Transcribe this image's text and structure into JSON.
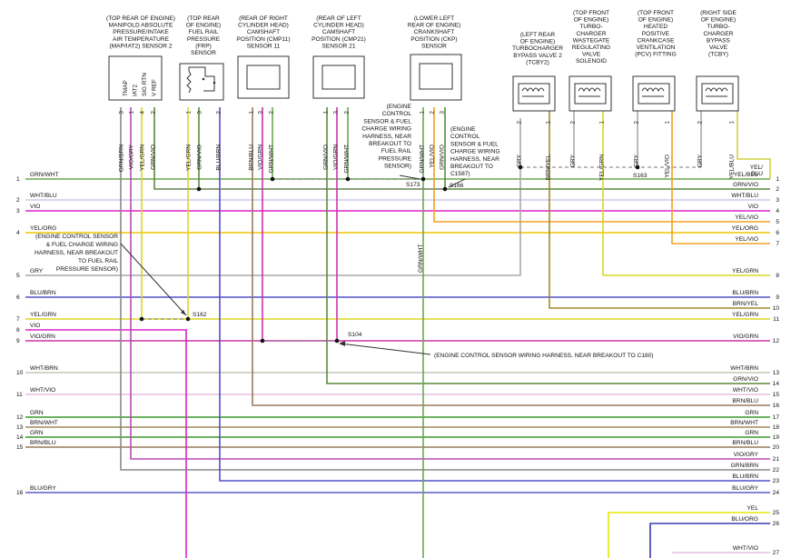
{
  "colors": {
    "GRN": "#3a9a2a",
    "GRN/WHT": "#6aa84f",
    "WHT/BLU": "#c9c9ee",
    "VIO": "#dd22cc",
    "YEL/ORG": "#f0c300",
    "GRY": "#a9a9a9",
    "BLU/BRN": "#5050c8",
    "YEL/GRN": "#d8d820",
    "VIO/GRN": "#cc33aa",
    "WHT/BRN": "#c8c4b8",
    "WHT/VIO": "#e6bde6",
    "BRN/WHT": "#a08a5a",
    "BRN/BLU": "#9a7a5a",
    "BLU/GRY": "#5a5acc",
    "GRN/VIO": "#5a8a3a",
    "YEL/VIO": "#f0a020",
    "YEL/BLU": "#d0d040",
    "BRN/YEL": "#a08a2a",
    "VIO/GRY": "#b84ab8",
    "BLU/ORG": "#3a3aaa",
    "YEL": "#e8e800",
    "BLU": "#4040dd"
  },
  "components": [
    {
      "id": "map",
      "caption": [
        "(TOP REAR OF ENGINE)",
        "MANIFOLD ABSOLUTE",
        "PRESSURE/INTAKE",
        "AIR TEMPERATURE",
        "(MAP/IAT2) SENSOR 2"
      ],
      "inside": [
        "TMAP",
        "IAT2",
        "SIG RTN",
        "V REF"
      ],
      "pins": [
        {
          "n": "3",
          "wire": "GRN/BRN"
        },
        {
          "n": "1",
          "wire": "VIO/GRY"
        },
        {
          "n": "4",
          "wire": "YEL/GRN"
        },
        {
          "n": "2",
          "wire": "GRN/VIO"
        }
      ]
    },
    {
      "id": "frp",
      "caption": [
        "(TOP REAR",
        "OF ENGINE)",
        "FUEL RAIL",
        "PRESSURE",
        "(FRP)",
        "SENSOR"
      ],
      "pins": [
        {
          "n": "1",
          "wire": "YEL/GRN"
        },
        {
          "n": "3",
          "wire": "GRN/VIO"
        },
        {
          "n": "2",
          "wire": "BLU/BRN"
        }
      ]
    },
    {
      "id": "cmp11",
      "caption": [
        "(REAR OF RIGHT",
        "CYLINDER HEAD)",
        "CAMSHAFT",
        "POSITION (CMP11)",
        "SENSOR 11"
      ],
      "pins": [
        {
          "n": "1",
          "wire": "BRN/BLU"
        },
        {
          "n": "3",
          "wire": "VIO/GRN"
        },
        {
          "n": "2",
          "wire": "GRN/WHT"
        }
      ]
    },
    {
      "id": "cmp21",
      "caption": [
        "(REAR OF LEFT",
        "CYLINDER HEAD)",
        "CAMSHAFT",
        "POSITION (CMP21)",
        "SENSOR 21"
      ],
      "pins": [
        {
          "n": "1",
          "wire": "GRN/VIO"
        },
        {
          "n": "3",
          "wire": "VIO/GRN"
        },
        {
          "n": "2",
          "wire": "GRN/WHT"
        }
      ]
    },
    {
      "id": "ckp",
      "caption": [
        "(LOWER LEFT",
        "REAR OF ENGINE)",
        "CRANKSHAFT",
        "POSITION (CKP)",
        "SENSOR"
      ],
      "pins": [
        {
          "n": "1",
          "wire": "GRN/WHT"
        },
        {
          "n": "2",
          "wire": "YEL/VIO"
        },
        {
          "n": "3",
          "wire": "GRN/VIO"
        }
      ]
    },
    {
      "id": "tcby2",
      "caption": [
        "(LEFT REAR",
        "OF ENGINE)",
        "TURBOCHARGER",
        "BYPASS VALVE 2",
        "(TCBY2)"
      ],
      "pins": [
        {
          "n": "2",
          "wire": "GRY"
        },
        {
          "n": "1",
          "wire": "BRN/YEL"
        }
      ]
    },
    {
      "id": "wgate",
      "caption": [
        "(TOP FRONT",
        "OF ENGINE)",
        "TURBO-",
        "CHARGER",
        "WASTEGATE",
        "REGULATING",
        "VALVE",
        "SOLENOID"
      ],
      "pins": [
        {
          "n": "2",
          "wire": "GRY"
        },
        {
          "n": "1",
          "wire": "YEL/GRN"
        }
      ]
    },
    {
      "id": "pcv",
      "caption": [
        "(TOP FRONT",
        "OF ENGINE)",
        "HEATED",
        "POSITIVE",
        "CRANKCASE",
        "VENTILATION",
        "(PCV) FITTING"
      ],
      "pins": [
        {
          "n": "2",
          "wire": "GRY"
        },
        {
          "n": "1",
          "wire": "YEL/VIO"
        }
      ]
    },
    {
      "id": "tcby",
      "caption": [
        "(RIGHT SIDE",
        "OF ENGINE)",
        "TURBO-",
        "CHARGER",
        "BYPASS",
        "VALVE",
        "(TCBY)"
      ],
      "pins": [
        {
          "n": "2",
          "wire": "GRY"
        },
        {
          "n": "1",
          "wire": "YEL/BLU"
        }
      ]
    }
  ],
  "left_connector": [
    {
      "n": "1",
      "wire": "GRN/WHT"
    },
    {
      "n": "2",
      "wire": "WHT/BLU"
    },
    {
      "n": "3",
      "wire": "VIO"
    },
    {
      "n": "4",
      "wire": "YEL/ORG"
    },
    {
      "n": "5",
      "wire": "GRY"
    },
    {
      "n": "6",
      "wire": "BLU/BRN"
    },
    {
      "n": "7",
      "wire": "YEL/GRN"
    },
    {
      "n": "8",
      "wire": "VIO"
    },
    {
      "n": "9",
      "wire": "VIO/GRN"
    },
    {
      "n": "10",
      "wire": "WHT/BRN"
    },
    {
      "n": "11",
      "wire": "WHT/VIO"
    },
    {
      "n": "12",
      "wire": "GRN"
    },
    {
      "n": "13",
      "wire": "BRN/WHT"
    },
    {
      "n": "14",
      "wire": "GRN"
    },
    {
      "n": "15",
      "wire": "BRN/BLU"
    },
    {
      "n": "16",
      "wire": "BLU/GRY"
    }
  ],
  "right_connector": [
    {
      "n": "1",
      "wire": "YEL/BLU"
    },
    {
      "n": "2",
      "wire": "GRN/VIO"
    },
    {
      "n": "3",
      "wire": "WHT/BLU"
    },
    {
      "n": "4",
      "wire": "VIO"
    },
    {
      "n": "5",
      "wire": "YEL/VIO"
    },
    {
      "n": "6",
      "wire": "YEL/ORG"
    },
    {
      "n": "7",
      "wire": "YEL/VIO"
    },
    {
      "n": "8",
      "wire": "YEL/GRN"
    },
    {
      "n": "9",
      "wire": "BLU/BRN"
    },
    {
      "n": "10",
      "wire": "BRN/YEL"
    },
    {
      "n": "11",
      "wire": "YEL/GRN"
    },
    {
      "n": "12",
      "wire": "VIO/GRN"
    },
    {
      "n": "13",
      "wire": "WHT/BRN"
    },
    {
      "n": "14",
      "wire": "GRN/VIO"
    },
    {
      "n": "15",
      "wire": "WHT/VIO"
    },
    {
      "n": "16",
      "wire": "BRN/BLU"
    },
    {
      "n": "17",
      "wire": "GRN"
    },
    {
      "n": "18",
      "wire": "BRN/WHT"
    },
    {
      "n": "19",
      "wire": "GRN"
    },
    {
      "n": "20",
      "wire": "BRN/BLU"
    },
    {
      "n": "21",
      "wire": "VIO/GRY"
    },
    {
      "n": "22",
      "wire": "GRN/BRN"
    },
    {
      "n": "23",
      "wire": "BLU/BRN"
    },
    {
      "n": "24",
      "wire": "BLU/GRY"
    },
    {
      "n": "25",
      "wire": "YEL"
    },
    {
      "n": "26",
      "wire": "BLU/ORG"
    },
    {
      "n": "27",
      "wire": "WHT/VIO"
    }
  ],
  "splices": {
    "s173": "S173",
    "s166": "S166",
    "s163": "S163",
    "s162": "S162",
    "s104": "S104"
  },
  "notes": {
    "ecs_frp_top": [
      "(ENGINE",
      "CONTROL",
      "SENSOR & FUEL",
      "CHARGE WIRING",
      "HARNESS, NEAR",
      "BREAKOUT TO",
      "FUEL RAIL",
      "PRESSURE",
      "SENSOR)"
    ],
    "ecs_c1587": [
      "(ENGINE",
      "CONTROL",
      "SENSOR & FUEL",
      "CHARGE WIRING",
      "HARNESS, NEAR",
      "BREAKOUT TO",
      "C1587)"
    ],
    "ecs_frp_left": [
      "(ENGINE CONTROL SENSOR",
      "& FUEL CHARGE WIRING",
      "HARNESS, NEAR BREAKOUT",
      "TO FUEL RAIL",
      "PRESSURE SENSOR)"
    ],
    "ecs_c180": "(ENGINE CONTROL SENSOR WIRING HARNESS, NEAR BREAKOUT TO C180)"
  },
  "extra_labels": {
    "ckp_trunk": "GRN/WHT",
    "tcby_wire_a": "YEL/",
    "tcby_wire_b": "BLU"
  }
}
